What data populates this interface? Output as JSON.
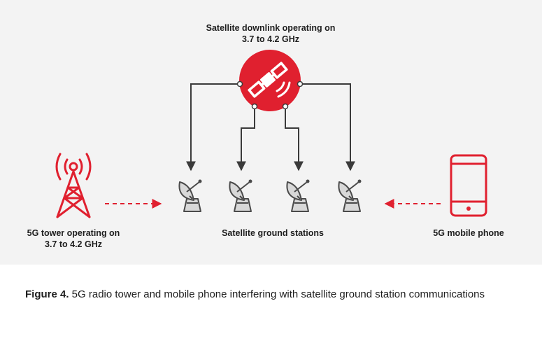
{
  "diagram": {
    "satellite_label": "Satellite downlink operating on\n3.7 to 4.2 GHz",
    "tower_label": "5G tower operating on\n3.7 to 4.2 GHz",
    "ground_stations_label": "Satellite ground stations",
    "phone_label": "5G mobile phone",
    "ground_station_count": 4,
    "colors": {
      "accent": "#e0202f",
      "line": "#3a3a3a",
      "dish": "#4a4a4a",
      "background": "#f3f3f3"
    },
    "icons": [
      "satellite-icon",
      "cell-tower-icon",
      "satellite-dish-icon",
      "mobile-phone-icon"
    ]
  },
  "caption": {
    "label": "Figure 4.",
    "text": " 5G radio tower and mobile phone interfering with satellite ground station communications"
  }
}
